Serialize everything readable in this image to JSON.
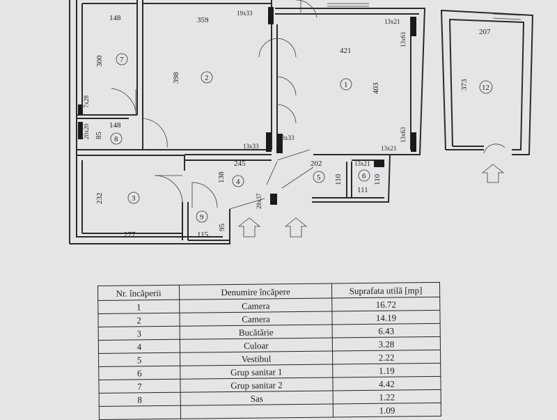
{
  "plan": {
    "dimensions": {
      "d148_top": "148",
      "d359": "359",
      "d19x33": "19x33",
      "d13x21_tr": "13x21",
      "d13x61_tr": "13x61",
      "d421": "421",
      "d300": "300",
      "d398": "398",
      "d403": "403",
      "d7x28": "7x28",
      "d148_mid": "148",
      "d20x20": "20x20",
      "d85": "85",
      "d13x33_a": "13x33",
      "d13x33_b": "13x33",
      "d13x63": "13x63",
      "d13x21_br": "13x21",
      "d245": "245",
      "d202": "202",
      "d13x21_r6": "13x21",
      "d232": "232",
      "d138": "138",
      "d110_a": "110",
      "d110_b": "110",
      "d111": "111",
      "d28x37": "28x37",
      "d277": "277",
      "d115": "115",
      "d95": "95",
      "d207": "207",
      "d373": "373"
    },
    "rooms": [
      "1",
      "2",
      "3",
      "4",
      "5",
      "6",
      "7",
      "8",
      "9",
      "12"
    ]
  },
  "table": {
    "headers": [
      "Nr. încăperii",
      "Denumire încăpere",
      "Suprafata utilă [mp]"
    ],
    "rows": [
      {
        "nr": "1",
        "name": "Camera",
        "area": "16.72"
      },
      {
        "nr": "2",
        "name": "Camera",
        "area": "14.19"
      },
      {
        "nr": "3",
        "name": "Bucătărie",
        "area": "6.43"
      },
      {
        "nr": "4",
        "name": "Culoar",
        "area": "3.28"
      },
      {
        "nr": "5",
        "name": "Vestibul",
        "area": "2.22"
      },
      {
        "nr": "6",
        "name": "Grup sanitar 1",
        "area": "1.19"
      },
      {
        "nr": "7",
        "name": "Grup sanitar 2",
        "area": "4.42"
      },
      {
        "nr": "8",
        "name": "Sas",
        "area": "1.22"
      },
      {
        "nr": "",
        "name": "",
        "area": "1.09"
      }
    ]
  }
}
